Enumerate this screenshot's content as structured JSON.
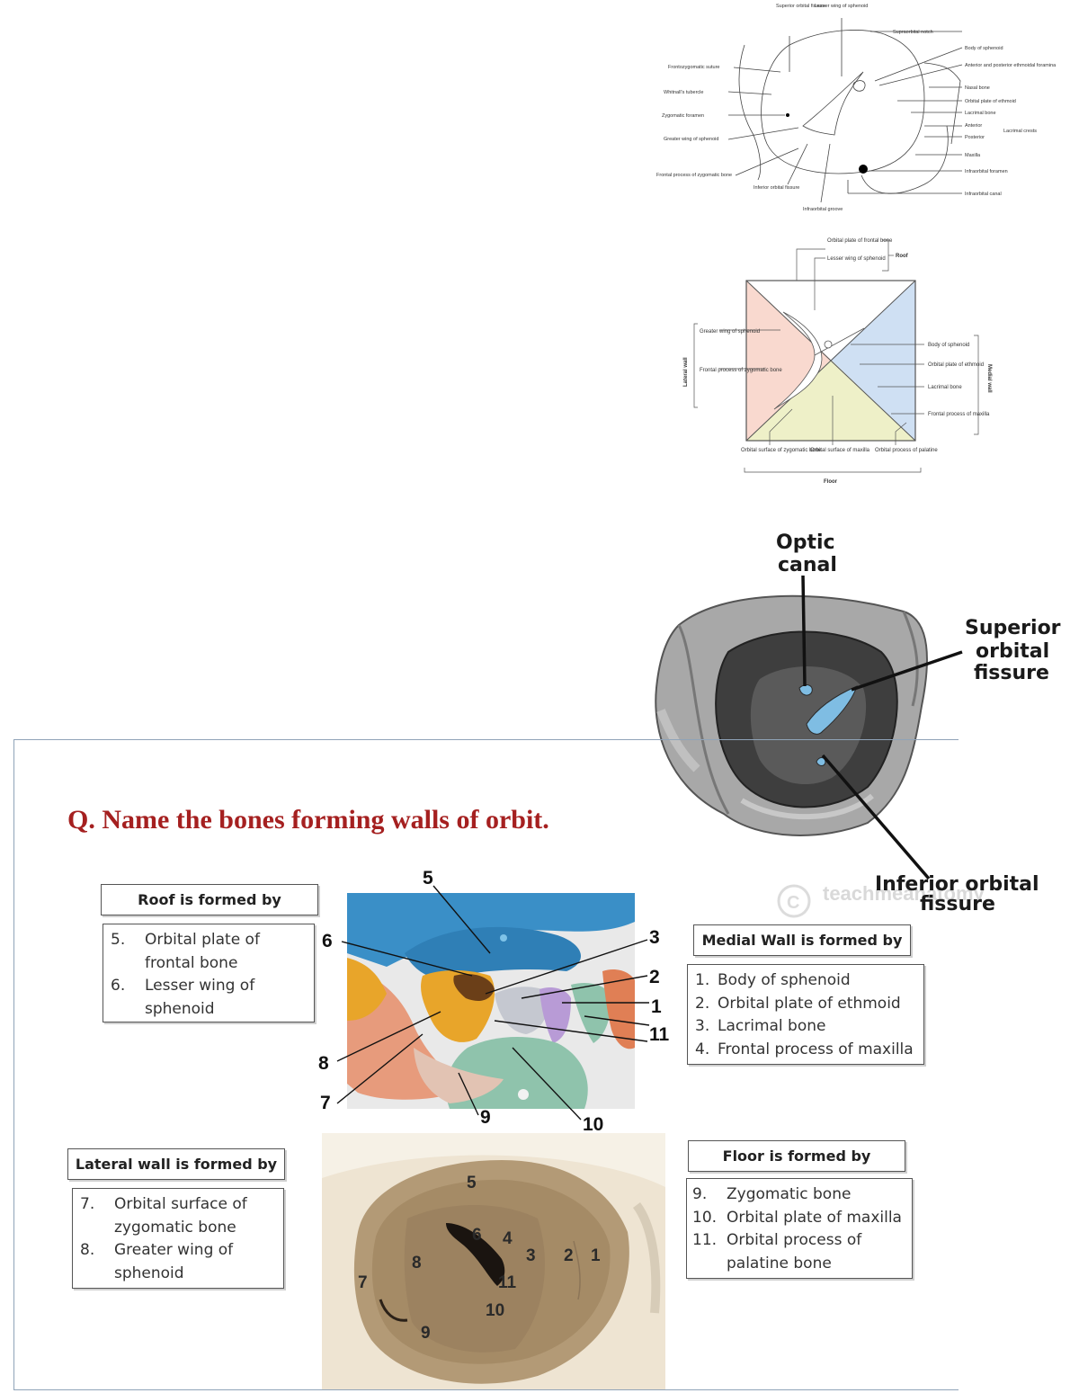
{
  "diagram1": {
    "labels_top": [
      "Superior orbital fissure",
      "Lesser wing of sphenoid"
    ],
    "labels_left": [
      "Frontozygomatic suture",
      "Whitnall's tubercle",
      "Zygomatic foramen",
      "Greater wing of sphenoid",
      "Frontal process of zygomatic bone"
    ],
    "labels_bottom": [
      "Inferior orbital fissure",
      "Infraorbital groove"
    ],
    "labels_right": [
      "Supraorbital notch",
      "Body of sphenoid",
      "Anterior and posterior ethmoidal foramina",
      "Nasal bone",
      "Orbital plate of ethmoid",
      "Lacrimal bone",
      "Anterior",
      "Posterior",
      "Lacrimal crests",
      "Maxilla",
      "Infraorbital foramen",
      "Infraorbital canal"
    ]
  },
  "diagram2": {
    "roof_items": [
      "Orbital plate of frontal bone",
      "Lesser wing of sphenoid"
    ],
    "roof_label": "Roof",
    "lateral_label": "Lateral wall",
    "lateral_items": [
      "Greater wing of sphenoid",
      "Frontal process of zygomatic bone"
    ],
    "medial_label": "Medial wall",
    "medial_items": [
      "Body of sphenoid",
      "Orbital plate of ethmoid",
      "Lacrimal bone",
      "Frontal process of maxilla"
    ],
    "floor_items": [
      "Orbital surface of zygomatic bone",
      "Orbital surface of maxilla",
      "Orbital process of palatine"
    ],
    "floor_label": "Floor"
  },
  "skull": {
    "optic_canal": [
      "Optic",
      "canal"
    ],
    "superior_orbital_fissure": [
      "Superior",
      "orbital",
      "fissure"
    ],
    "inferior_orbital_fissure": [
      "Inferior orbital",
      "fissure"
    ],
    "watermark": "teachmeanatomy"
  },
  "slide": {
    "question": "Q. Name the bones forming walls of orbit.",
    "roof": {
      "header": "Roof is formed by",
      "items": [
        {
          "n": "5.",
          "lines": [
            "Orbital plate of",
            "frontal bone"
          ]
        },
        {
          "n": "6.",
          "lines": [
            "Lesser wing of",
            "sphenoid"
          ]
        }
      ]
    },
    "medial": {
      "header": "Medial Wall is formed by",
      "items": [
        {
          "n": "1.",
          "lines": [
            "Body of sphenoid"
          ]
        },
        {
          "n": "2.",
          "lines": [
            "Orbital plate of ethmoid"
          ]
        },
        {
          "n": "3.",
          "lines": [
            "Lacrimal bone"
          ]
        },
        {
          "n": "4.",
          "lines": [
            "Frontal process of maxilla"
          ]
        }
      ]
    },
    "lateral": {
      "header": "Lateral wall is formed by",
      "items": [
        {
          "n": "7.",
          "lines": [
            "Orbital surface of",
            "zygomatic bone"
          ]
        },
        {
          "n": "8.",
          "lines": [
            "Greater wing of",
            "sphenoid"
          ]
        }
      ]
    },
    "floor": {
      "header": "Floor  is formed by",
      "items": [
        {
          "n": "9.",
          "lines": [
            "Zygomatic bone"
          ]
        },
        {
          "n": "10.",
          "lines": [
            "Orbital plate of maxilla"
          ]
        },
        {
          "n": "11.",
          "lines": [
            "Orbital process of",
            "palatine bone"
          ]
        }
      ]
    },
    "color_numbers": [
      "5",
      "6",
      "3",
      "2",
      "1",
      "11",
      "8",
      "7",
      "9",
      "10"
    ],
    "photo_numbers": [
      "5",
      "6",
      "4",
      "3",
      "2",
      "1",
      "8",
      "7",
      "11",
      "10",
      "9"
    ]
  },
  "colors": {
    "question": "#a52020",
    "roof_blue": "#3a8fc7",
    "greater_wing_orange": "#e8a52a",
    "ethmoid_purple": "#b89bd6",
    "maxilla_green": "#8fc3ac",
    "zygomatic_salmon": "#e79b7c",
    "fissure_blue": "#7fbde3"
  }
}
